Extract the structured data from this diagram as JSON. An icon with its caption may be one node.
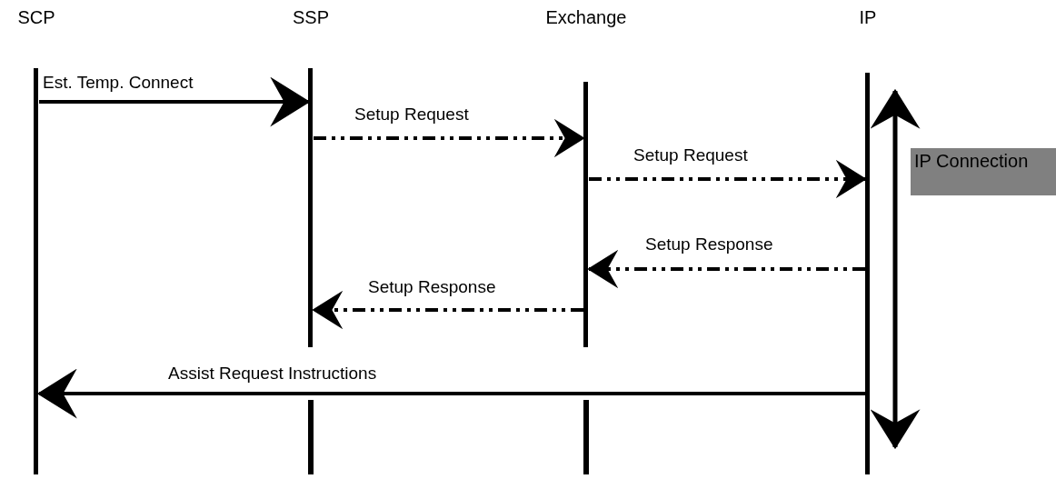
{
  "diagram": {
    "nodes": [
      {
        "text": [
          "SCP"
        ]
      },
      {
        "text": [
          "SSP"
        ]
      },
      {
        "text": [
          "Exchange"
        ]
      },
      {
        "text": [
          "IP"
        ]
      },
      {
        "text": [
          "IP Connection"
        ]
      }
    ],
    "edges": [
      {
        "from": 0,
        "to": 1,
        "arrow": "to",
        "label": "Est. Temp. Connect"
      },
      {
        "from": 1,
        "to": 2,
        "arrow": "to",
        "label": "Setup Request",
        "style": "dashed"
      },
      {
        "from": 2,
        "to": 3,
        "arrow": "to",
        "label": "Setup Request",
        "style": "dashed"
      },
      {
        "from": 3,
        "to": 2,
        "arrow": "to",
        "label": "Setup Response",
        "style": "dashed"
      },
      {
        "from": 2,
        "to": 1,
        "arrow": "to",
        "label": "Setup Response",
        "style": "dashed"
      },
      {
        "from": 3,
        "to": 0,
        "arrow": "to",
        "label": "Assist Request Instructions"
      }
    ]
  }
}
